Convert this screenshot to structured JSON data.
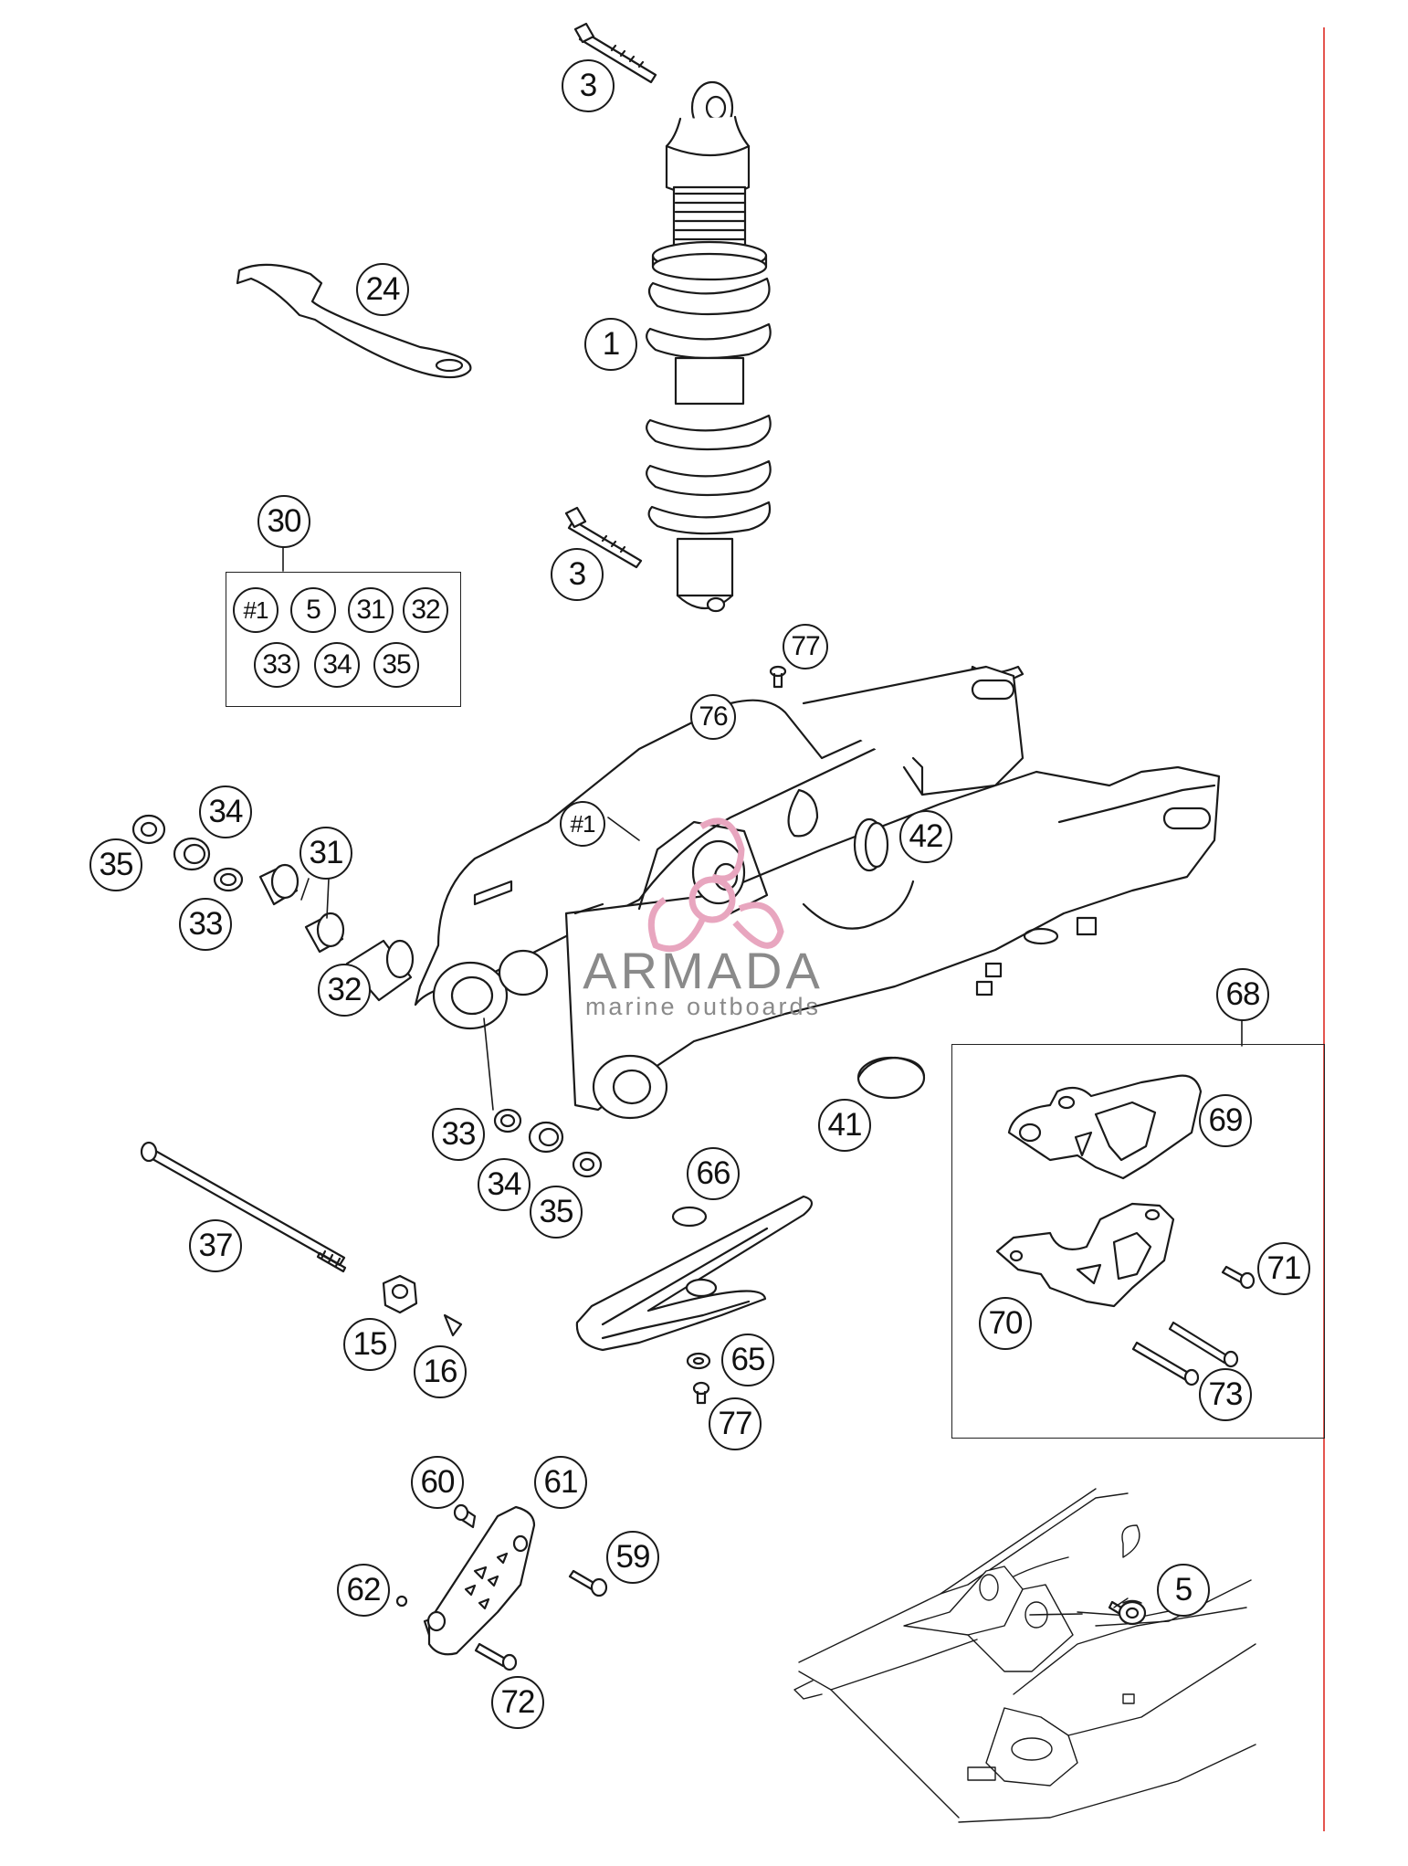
{
  "callouts": {
    "c3a": "3",
    "c24": "24",
    "c1": "1",
    "c30": "30",
    "c3b": "3",
    "k1": "#1",
    "k5": "5",
    "k31": "31",
    "k32": "32",
    "k33": "33",
    "k34": "34",
    "k35": "35",
    "c77a": "77",
    "c76": "76",
    "c34a": "34",
    "c35a": "35",
    "c31": "31",
    "c33a": "33",
    "c32": "32",
    "ch1": "#1",
    "c42": "42",
    "c41": "41",
    "c68": "68",
    "c69": "69",
    "c33b": "33",
    "c34b": "34",
    "c35b": "35",
    "c66": "66",
    "c37": "37",
    "c71": "71",
    "c70": "70",
    "c15": "15",
    "c16": "16",
    "c65": "65",
    "c77b": "77",
    "c73": "73",
    "c60": "60",
    "c61": "61",
    "c59": "59",
    "c62": "62",
    "c5": "5",
    "c72": "72"
  },
  "watermark": {
    "name": "ARMADA",
    "tagline": "marine outboards",
    "color": "#e8a6bf"
  },
  "colors": {
    "line": "#1a1a1a",
    "edge": "#e4554f"
  }
}
